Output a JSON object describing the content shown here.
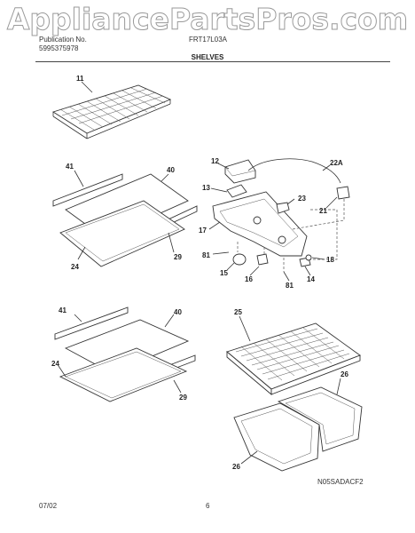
{
  "watermark": "AppliancePartsPros.com",
  "header": {
    "publication_label": "Publication No.",
    "publication_number": "5995375978",
    "model": "FRT17L03A",
    "section_title": "SHELVES"
  },
  "footer": {
    "date": "07/02",
    "page": "6",
    "diagram_code": "N05SADACF2"
  },
  "callouts": {
    "c11": "11",
    "c41a": "41",
    "c40a": "40",
    "c29a": "29",
    "c24a": "24",
    "c12": "12",
    "c13": "13",
    "c22a": "22A",
    "c23": "23",
    "c21": "21",
    "c17": "17",
    "c81a": "81",
    "c15": "15",
    "c16": "16",
    "c81b": "81",
    "c14": "14",
    "c18": "18",
    "c41b": "41",
    "c40b": "40",
    "c24b": "24",
    "c29b": "29",
    "c25": "25",
    "c26a": "26",
    "c26b": "26"
  }
}
